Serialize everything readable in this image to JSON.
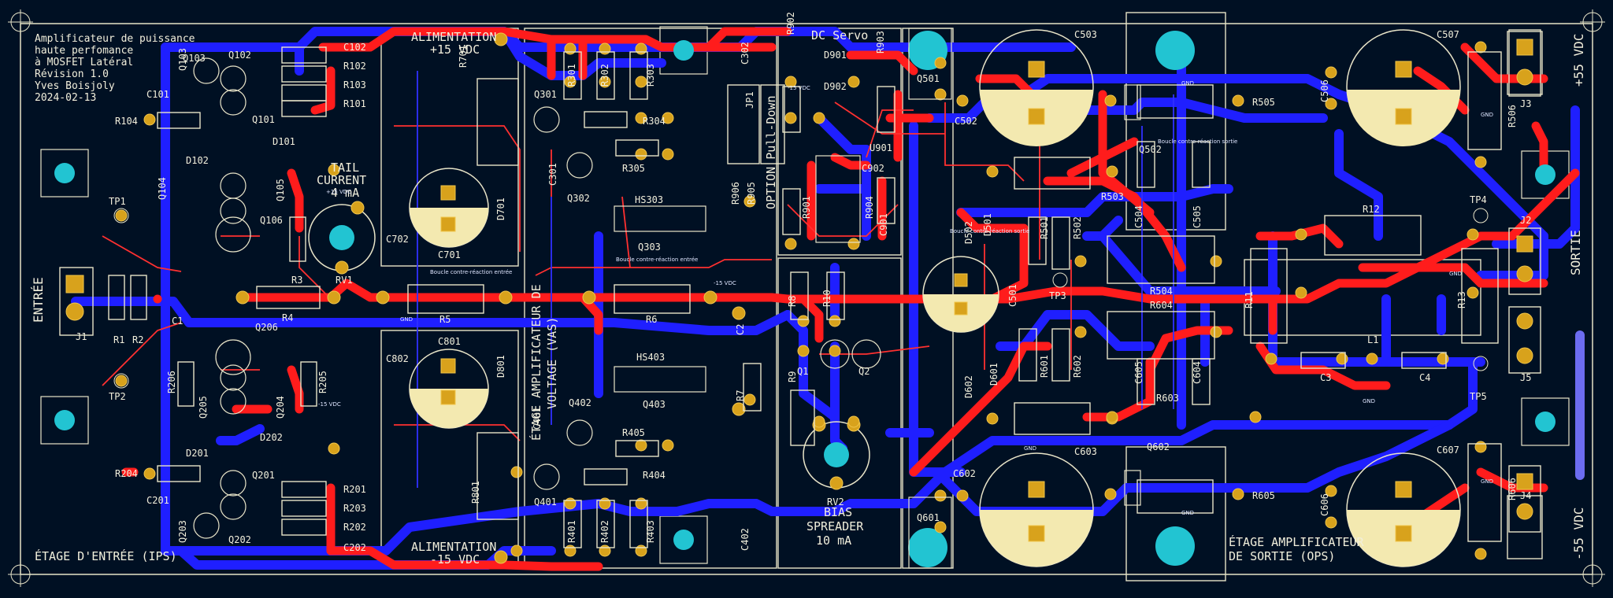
{
  "board": {
    "title_lines": [
      "Amplificateur de puissance",
      "haute perfomance",
      "à MOSFET Latéral",
      "Révision 1.0",
      "Yves Boisjoly",
      "2024-02-13"
    ],
    "colors": {
      "background": "#001023",
      "top_copper": "#ff1c1c",
      "bottom_copper": "#1f1fff",
      "silkscreen": "#f2efdc",
      "pad": "#d8a21c",
      "mounting": "#22c4d2"
    }
  },
  "sections": {
    "input": "ÉTAGE D'ENTRÉE (IPS)",
    "vas_1": "ÉTAGE AMPLIFICATEUR DE",
    "vas_2": "VOLTAGE (VAS)",
    "output_1": "ÉTAGE AMPLIFICATEUR",
    "output_2": "DE SORTIE (OPS)",
    "psu_top": "ALIMENTATION",
    "psu_top_v": "+15 VDC",
    "psu_bottom": "ALIMENTATION",
    "psu_bottom_v": "-15 VDC",
    "dc_servo": "DC Servo",
    "tail_1": "TAIL",
    "tail_2": "CURRENT",
    "tail_3": "4 mA",
    "bias_1": "BIAS",
    "bias_2": "SPREADER",
    "bias_3": "10 mA",
    "option": "OPTION Pull-Down",
    "entree": "ENTRÉE",
    "sortie": "SORTIE",
    "plus55": "+55 VDC",
    "minus55": "-55 VDC"
  },
  "refs": {
    "Q103": "Q103",
    "Q102": "Q102",
    "C101": "C101",
    "Q101": "Q101",
    "R104": "R104",
    "D101": "D101",
    "D102": "D102",
    "C102": "C102",
    "R102": "R102",
    "R103": "R103",
    "R101": "R101",
    "Q104": "Q104",
    "Q105": "Q105",
    "Q106": "Q106",
    "TP1": "TP1",
    "TP2": "TP2",
    "J1": "J1",
    "R1": "R1",
    "R2": "R2",
    "C1": "C1",
    "R3": "R3",
    "RV1": "RV1",
    "R4": "R4",
    "R5": "R5",
    "R6": "R6",
    "Q206": "Q206",
    "R206": "R206",
    "Q205": "Q205",
    "Q204": "Q204",
    "R205": "R205",
    "D202": "D202",
    "D201": "D201",
    "R204": "R204",
    "Q201": "Q201",
    "R201": "R201",
    "R203": "R203",
    "R202": "R202",
    "C201": "C201",
    "Q203": "Q203",
    "Q202": "Q202",
    "C202": "C202",
    "R701": "R701",
    "C702": "C702",
    "C701": "C701",
    "D701": "D701",
    "C802": "C802",
    "C801": "C801",
    "D801": "D801",
    "R801": "R801",
    "R301": "R301",
    "R302": "R302",
    "R303": "R303",
    "Q301": "Q301",
    "R304": "R304",
    "C301": "C301",
    "R305": "R305",
    "Q302": "Q302",
    "HS303": "HS303",
    "Q303": "Q303",
    "C302": "C302",
    "HS403": "HS403",
    "Q402": "Q402",
    "Q403": "Q403",
    "R405": "R405",
    "C401": "C401",
    "R404": "R404",
    "Q401": "Q401",
    "R401": "R401",
    "R402": "R402",
    "R403": "R403",
    "C402": "C402",
    "C2": "C2",
    "R7": "R7",
    "R902": "R902",
    "D901": "D901",
    "R903": "R903",
    "JP1": "JP1",
    "D902": "D902",
    "U901": "U901",
    "C902": "C902",
    "R906": "R906",
    "R905": "R905",
    "R901": "R901",
    "R904": "R904",
    "C901": "C901",
    "R8": "R8",
    "R10": "R10",
    "R9": "R9",
    "Q1": "Q1",
    "Q2": "Q2",
    "RV2": "RV2",
    "Q501": "Q501",
    "C502": "C502",
    "C503": "C503",
    "R505": "R505",
    "R503": "R503",
    "D502": "D502",
    "D501": "D501",
    "R501": "R501",
    "R502": "R502",
    "Q502": "Q502",
    "C504": "C504",
    "C505": "C505",
    "C501": "C501",
    "TP3": "TP3",
    "R504": "R504",
    "R604": "R604",
    "D602": "D602",
    "D601": "D601",
    "R601": "R601",
    "R602": "R602",
    "C605": "C605",
    "C604": "C604",
    "R603": "R603",
    "Q602": "Q602",
    "C603": "C603",
    "C602": "C602",
    "Q601": "Q601",
    "R605": "R605",
    "C506": "C506",
    "C507": "C507",
    "R506": "R506",
    "J3": "J3",
    "R12": "R12",
    "TP4": "TP4",
    "J2": "J2",
    "R11": "R11",
    "R13": "R13",
    "L1": "L1",
    "C3": "C3",
    "C4": "C4",
    "TP5": "TP5",
    "J5": "J5",
    "C606": "C606",
    "C607": "C607",
    "R606": "R606",
    "J4": "J4"
  },
  "net_labels": {
    "boucle_entree": "Boucle contre-réaction entrée",
    "boucle_sortie": "Boucle contre-réaction sortie",
    "vdc_p15": "+15 VDC",
    "vdc_m15": "-15 VDC",
    "gnd": "GND"
  }
}
